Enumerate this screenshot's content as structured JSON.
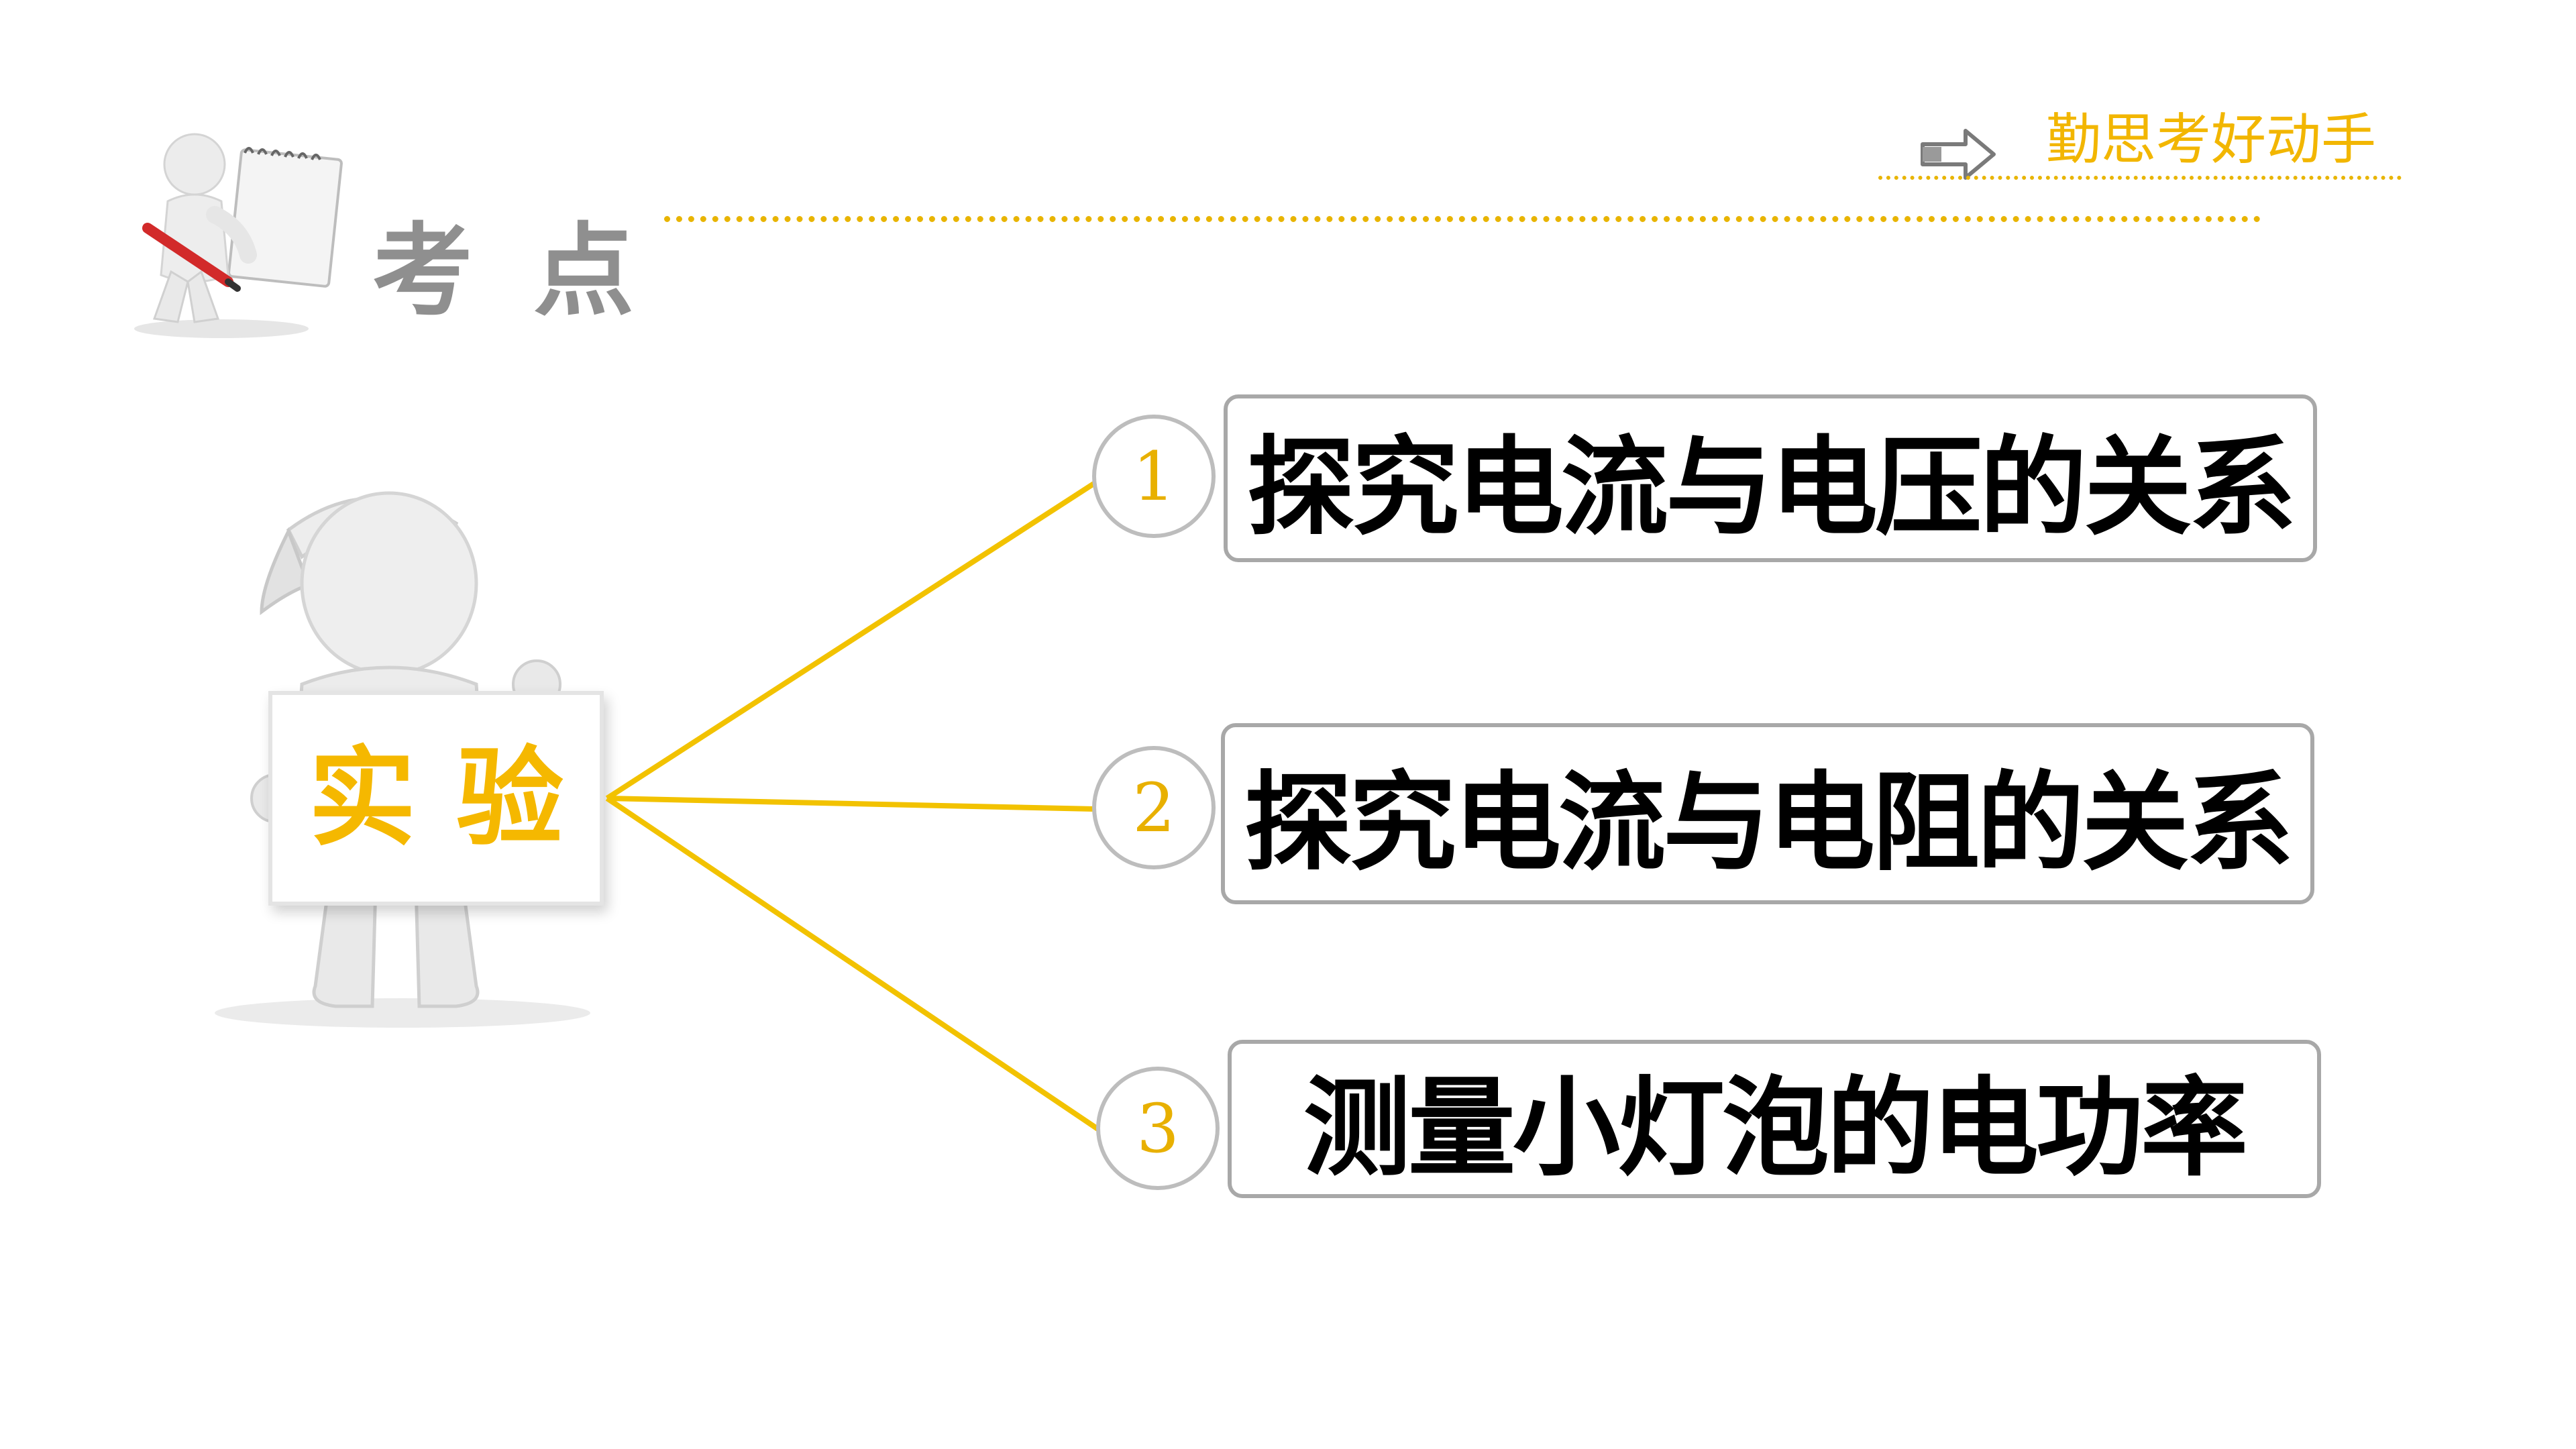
{
  "header": {
    "title": "考点",
    "tagline": "勤思考好动手"
  },
  "sign": {
    "label": "实验"
  },
  "items": [
    {
      "number": "1",
      "text": "探究电流与电压的关系"
    },
    {
      "number": "2",
      "text": "探究电流与电阻的关系"
    },
    {
      "number": "3",
      "text": "测量小灯泡的电功率"
    }
  ],
  "colors": {
    "accent": "#f5b800",
    "connector": "#f2c200",
    "circle_border": "#bdbdbd",
    "box_border": "#a8a8a8",
    "heading_gray": "#8f8f8f"
  },
  "icons": {
    "header_figure": "person-writing-on-notepad",
    "tagline_arrow": "hollow-right-arrow",
    "main_figure": "person-holding-sign"
  }
}
